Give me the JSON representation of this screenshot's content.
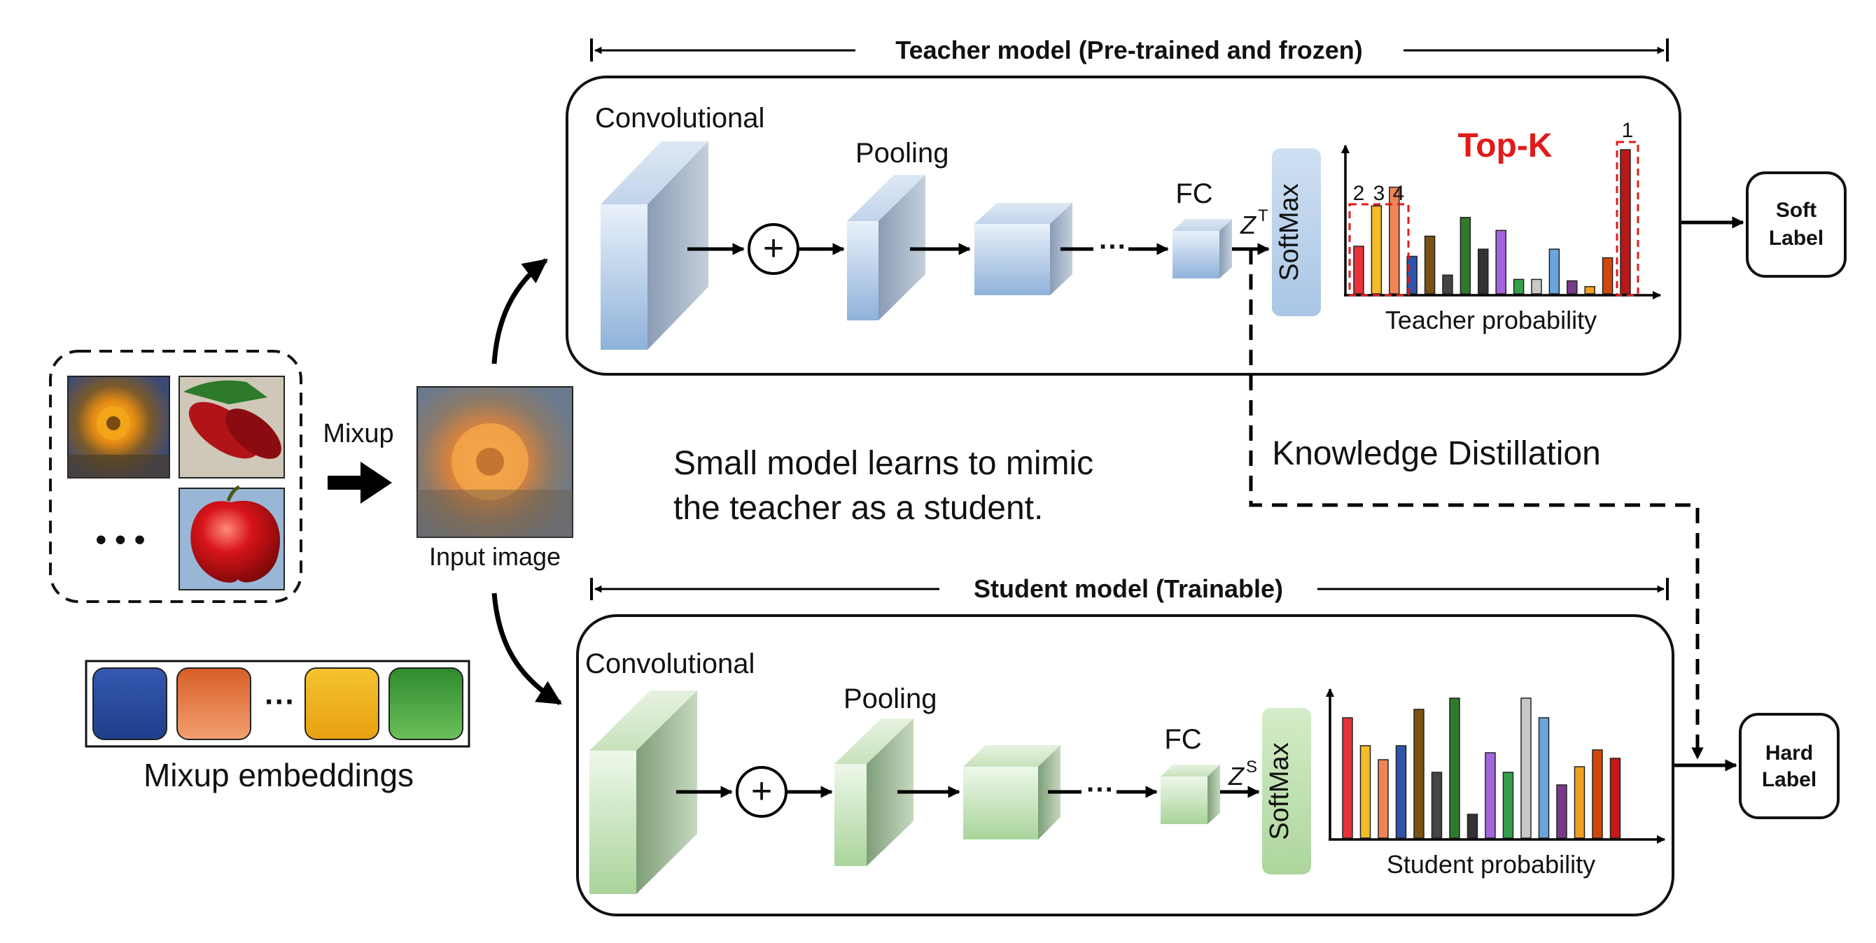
{
  "teacher": {
    "header": "Teacher model (Pre-trained and frozen)",
    "conv_label": "Convolutional",
    "pool_label": "Pooling",
    "fc_label": "FC",
    "z_label": "Z",
    "z_sup": "T",
    "softmax_label": "SoftMax",
    "topk_label": "Top-K",
    "rank_labels": [
      "2",
      "3",
      "4",
      "1"
    ],
    "prob_label": "Teacher probability",
    "output_line1": "Soft",
    "output_line2": "Label",
    "bars": [
      0.33,
      0.61,
      0.74,
      0.26,
      0.4,
      0.13,
      0.53,
      0.31,
      0.44,
      0.1,
      0.1,
      0.31,
      0.09,
      0.05,
      0.25,
      1.0
    ],
    "bar_colors": [
      "#e8323a",
      "#f4bb2a",
      "#f08456",
      "#2f55a8",
      "#7a5112",
      "#444444",
      "#2f7a2b",
      "#333333",
      "#a464de",
      "#35a04a",
      "#c8c8c8",
      "#6aa6dc",
      "#7a3a8a",
      "#f0a020",
      "#d0480a",
      "#b81818"
    ]
  },
  "student": {
    "header": "Student model (Trainable)",
    "conv_label": "Convolutional",
    "pool_label": "Pooling",
    "fc_label": "FC",
    "z_label": "Z",
    "z_sup": "S",
    "softmax_label": "SoftMax",
    "prob_label": "Student probability",
    "output_line1": "Hard",
    "output_line2": "Label",
    "bars": [
      0.86,
      0.66,
      0.56,
      0.66,
      0.92,
      0.47,
      1.0,
      0.17,
      0.61,
      0.47,
      1.0,
      0.86,
      0.38,
      0.51,
      0.63,
      0.57
    ],
    "bar_colors": [
      "#e8323a",
      "#f4bb2a",
      "#f08456",
      "#2f55a8",
      "#7a5112",
      "#444444",
      "#2f7a2b",
      "#333333",
      "#a464de",
      "#35a04a",
      "#c8c8c8",
      "#6aa6dc",
      "#7a3a8a",
      "#f0a020",
      "#d0480a",
      "#c81818"
    ]
  },
  "mixup_label": "Mixup",
  "ellipsis": "• • •",
  "input_label": "Input image",
  "embeddings_label": "Mixup embeddings",
  "embeddings_dots": "···",
  "embedding_colors": [
    "#2a4ba0",
    "#e06a30",
    "#f2b01a",
    "#3e9a3a"
  ],
  "kd_label": "Knowledge Distillation",
  "mimic_line1": "Small model learns to mimic",
  "mimic_line2": "the teacher as a student.",
  "plus_symbol": "+",
  "fc_dots": "···",
  "colors": {
    "teacher_block": "#9fbfe0",
    "student_block": "#b8dcb0",
    "topk": "#e01b1b"
  }
}
